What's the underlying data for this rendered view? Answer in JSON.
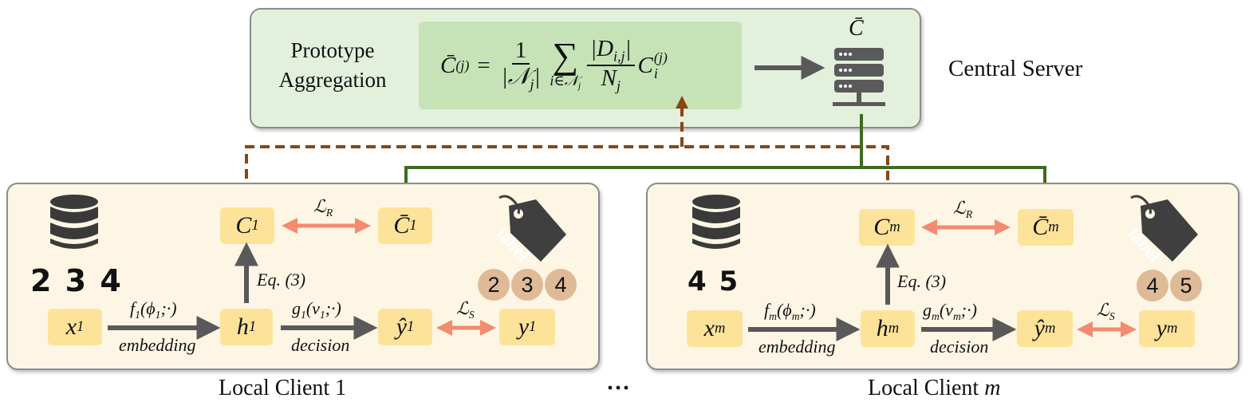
{
  "server": {
    "title_line1": "Prototype",
    "title_line2": "Aggregation",
    "label": "Central Server",
    "prototype_symbol": "C̄",
    "formula": {
      "lhs": "C̄",
      "lhs_sup": "(j)",
      "equals": "=",
      "frac1_num": "1",
      "frac1_den": "|𝒩",
      "frac1_den_sub": "j",
      "frac1_den_end": "|",
      "sum": "∑",
      "sum_sub": "i∈𝒩",
      "sum_sub_sub": "j",
      "frac2_num": "|D",
      "frac2_num_sub": "i,j",
      "frac2_num_end": "|",
      "frac2_den": "N",
      "frac2_den_sub": "j",
      "term": "C",
      "term_sub": "i",
      "term_sup": "(j)"
    }
  },
  "client1": {
    "caption": "Local Client 1",
    "digits": "2 3 4",
    "badges": [
      "2",
      "3",
      "4"
    ],
    "x": "x",
    "x_sub": "1",
    "h": "h",
    "h_sub": "1",
    "yhat": "ŷ",
    "yhat_sub": "1",
    "y": "y",
    "y_sub": "1",
    "c": "C",
    "c_sub": "1",
    "cbar": "C̄",
    "cbar_sub": "1",
    "f_label": "f",
    "f_sub": "1",
    "f_args": "(ϕ",
    "f_args_sub": "1",
    "f_args_end": ";·)",
    "g_label": "g",
    "g_sub": "1",
    "g_args": "(v",
    "g_args_sub": "1",
    "g_args_end": ";·)",
    "embedding": "embedding",
    "decision": "decision",
    "eq_ref": "Eq. (3)",
    "loss_r": "ℒ",
    "loss_r_sub": "R",
    "loss_s": "ℒ",
    "loss_s_sub": "S",
    "tag_text": "label"
  },
  "clientm": {
    "caption": "Local Client ",
    "caption_var": "m",
    "digits": "4 5",
    "badges": [
      "4",
      "5"
    ],
    "x": "x",
    "x_sub": "m",
    "h": "h",
    "h_sub": "m",
    "yhat": "ŷ",
    "yhat_sub": "m",
    "y": "y",
    "y_sub": "m",
    "c": "C",
    "c_sub": "m",
    "cbar": "C̄",
    "cbar_sub": "m",
    "f_label": "f",
    "f_sub": "m",
    "f_args": "(ϕ",
    "f_args_sub": "m",
    "f_args_end": ";·)",
    "g_label": "g",
    "g_sub": "m",
    "g_args": "(v",
    "g_args_sub": "m",
    "g_args_end": ";·)",
    "embedding": "embedding",
    "decision": "decision",
    "eq_ref": "Eq. (3)",
    "loss_r": "ℒ",
    "loss_r_sub": "R",
    "loss_s": "ℒ",
    "loss_s_sub": "S",
    "tag_text": "label"
  },
  "ellipsis": "···",
  "colors": {
    "server_bg": "#e3f1dc",
    "formula_bg": "#c6e3b7",
    "client_bg": "#fdf6e4",
    "node_bg": "#fde39a",
    "badge_bg": "#dfba97",
    "upload_arrow": "#8b4513",
    "download_arrow": "#3e6b20",
    "loss_arrow": "#f28b71",
    "flow_arrow": "#595959"
  }
}
